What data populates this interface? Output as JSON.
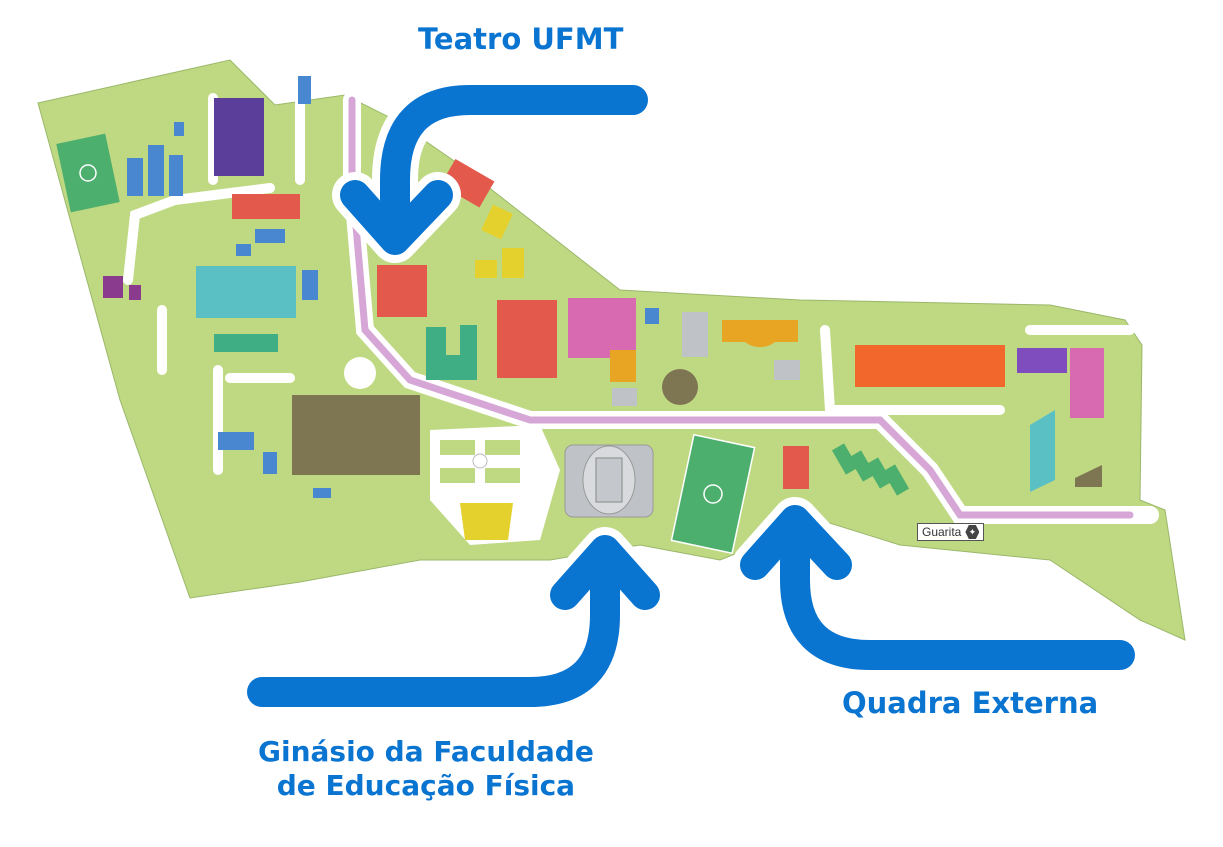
{
  "labels": {
    "teatro": "Teatro UFMT",
    "ginasio_line1": "Ginásio da Faculdade",
    "ginasio_line2": "de Educação Física",
    "quadra": "Quadra Externa",
    "guarita": "Guarita"
  },
  "colors": {
    "ground": "#bfd983",
    "path": "#d6a7d6",
    "arrow": "#0a74d1",
    "red": "#e35a4c",
    "blue": "#4a87d1",
    "purple": "#5a3e9a",
    "green": "#4caf6e",
    "teal": "#5bc0c4",
    "yellow": "#e5d12d",
    "orange": "#e8a423",
    "pink": "#d76ab1",
    "olive": "#7e7553",
    "gray": "#bfc3c8",
    "bright_orange": "#f1672c"
  },
  "icons": {
    "arrow": "curved-arrow-icon",
    "guarita": "hexagon-marker-icon"
  }
}
